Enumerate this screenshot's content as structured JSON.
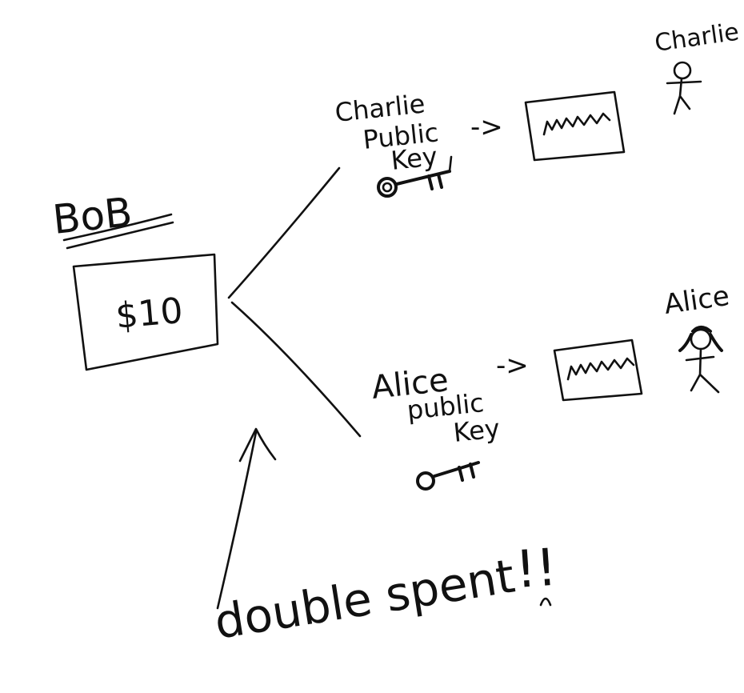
{
  "sender": {
    "name": "BoB",
    "amount": "$10"
  },
  "recipients": [
    {
      "person": "Charlie",
      "key_label_1": "Charlie",
      "key_label_2": "Public",
      "key_label_3": "Key",
      "arrow": "->"
    },
    {
      "person": "Alice",
      "key_label_1": "Alice",
      "key_label_2": "public",
      "key_label_3": "Key",
      "arrow": "->"
    }
  ],
  "annotation": {
    "text": "double spent",
    "exclaim": "!!"
  },
  "colors": {
    "ink": "#111111",
    "background": "#ffffff"
  }
}
